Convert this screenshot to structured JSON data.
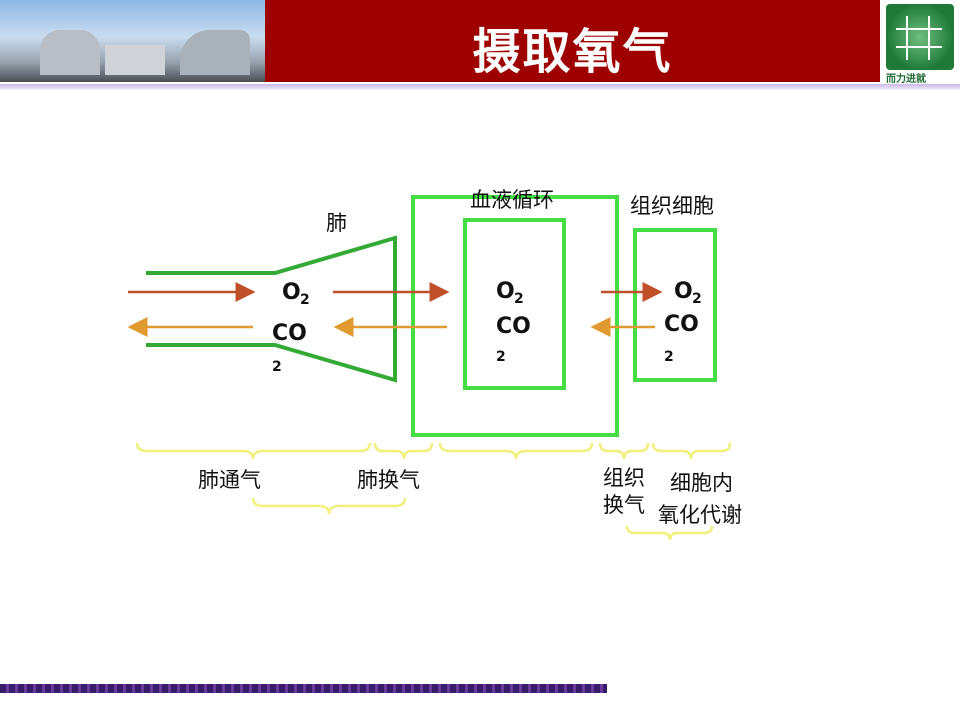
{
  "header": {
    "title": "摄取氧气",
    "logo_text": "而力进就"
  },
  "diagram": {
    "lung_label": "肺",
    "blood_label": "血液循环",
    "tissue_label": "组织细胞",
    "lung_o2": "O",
    "lung_o2_sub": "2",
    "lung_co": "CO",
    "lung_co_sub": "2",
    "blood_o2": "O",
    "blood_o2_sub": "2",
    "blood_co": "CO",
    "blood_co_sub": "2",
    "cell_o2": "O",
    "cell_o2_sub": "2",
    "cell_co": "CO",
    "cell_co_sub": "2",
    "stages": {
      "pulmonary_ventilation": "肺通气",
      "pulmonary_exchange": "肺换气",
      "tissue_exchange_1": "组织",
      "tissue_exchange_2": "换气",
      "intracellular_1": "细胞内",
      "intracellular_2": "氧化代谢"
    },
    "colors": {
      "box": "#33dd33",
      "funnel": "#33aa33",
      "o2_arrow": "#c0502a",
      "co2_arrow": "#e09a30",
      "brace": "#f2f07a"
    }
  }
}
